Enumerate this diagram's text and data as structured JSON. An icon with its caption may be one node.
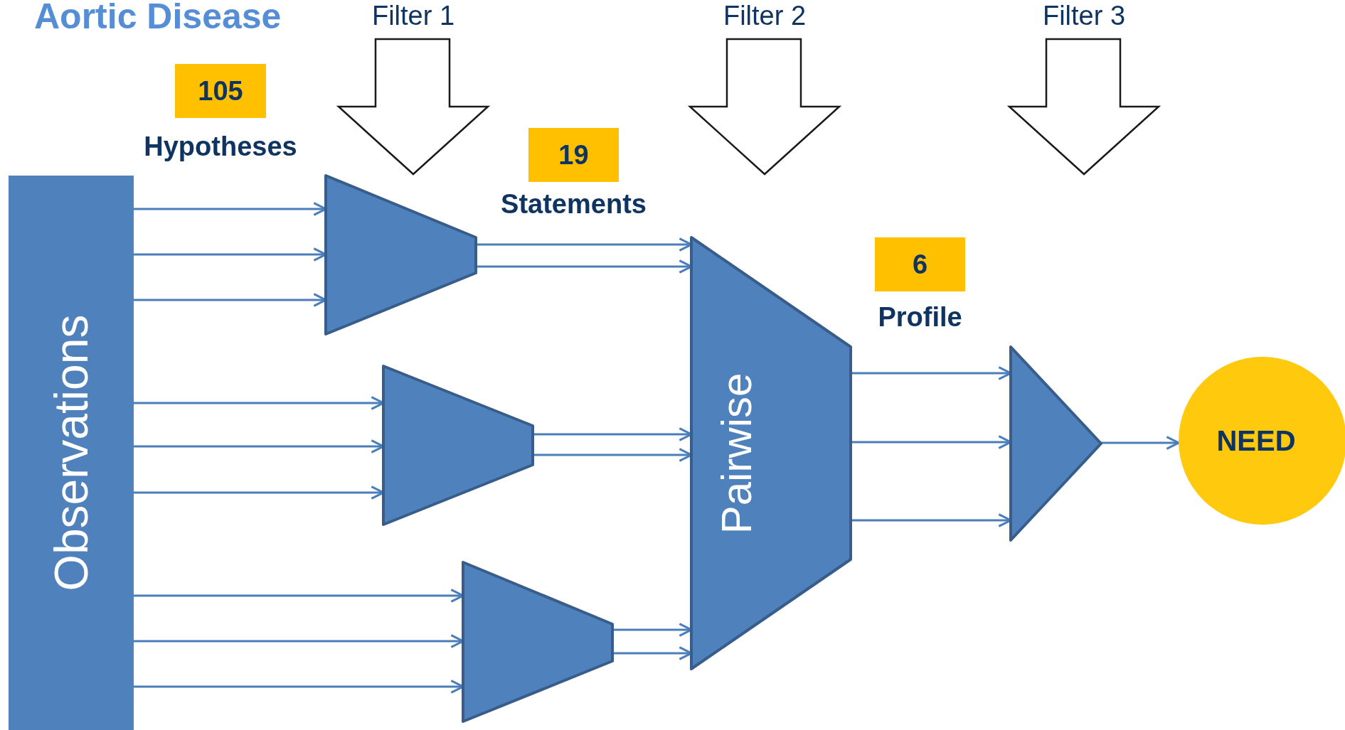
{
  "diagram": {
    "title": "Aortic Disease",
    "nodes": [
      {
        "text": [
          "Observations"
        ]
      },
      {
        "text": [
          "Filter 1"
        ]
      },
      {
        "text": [
          "Filter 2"
        ]
      },
      {
        "text": [
          "Filter 3"
        ]
      },
      {
        "text": [
          "105"
        ],
        "beside": [
          "Hypotheses"
        ]
      },
      {
        "text": [
          "19"
        ],
        "beside": [
          "Statements"
        ]
      },
      {
        "text": [
          "6"
        ],
        "beside": [
          "Profile"
        ]
      },
      {
        "text": [],
        "shape": "trapezoid"
      },
      {
        "text": [],
        "shape": "trapezoid"
      },
      {
        "text": [],
        "shape": "trapezoid"
      },
      {
        "text": [
          "Pairwise"
        ]
      },
      {
        "text": [],
        "shape": "triangle"
      },
      {
        "text": [
          "NEED"
        ]
      }
    ],
    "edges": [
      {
        "from": 0,
        "to": 7,
        "arrow": "to"
      },
      {
        "from": 0,
        "to": 7,
        "arrow": "to"
      },
      {
        "from": 0,
        "to": 7,
        "arrow": "to"
      },
      {
        "from": 0,
        "to": 8,
        "arrow": "to"
      },
      {
        "from": 0,
        "to": 8,
        "arrow": "to"
      },
      {
        "from": 0,
        "to": 8,
        "arrow": "to"
      },
      {
        "from": 0,
        "to": 9,
        "arrow": "to"
      },
      {
        "from": 0,
        "to": 9,
        "arrow": "to"
      },
      {
        "from": 0,
        "to": 9,
        "arrow": "to"
      },
      {
        "from": 7,
        "to": 10,
        "arrow": "to"
      },
      {
        "from": 7,
        "to": 10,
        "arrow": "to"
      },
      {
        "from": 8,
        "to": 10,
        "arrow": "to"
      },
      {
        "from": 8,
        "to": 10,
        "arrow": "to"
      },
      {
        "from": 9,
        "to": 10,
        "arrow": "to"
      },
      {
        "from": 9,
        "to": 10,
        "arrow": "to"
      },
      {
        "from": 10,
        "to": 11,
        "arrow": "to"
      },
      {
        "from": 10,
        "to": 11,
        "arrow": "to"
      },
      {
        "from": 10,
        "to": 11,
        "arrow": "to"
      },
      {
        "from": 11,
        "to": 12,
        "arrow": "to"
      }
    ]
  }
}
